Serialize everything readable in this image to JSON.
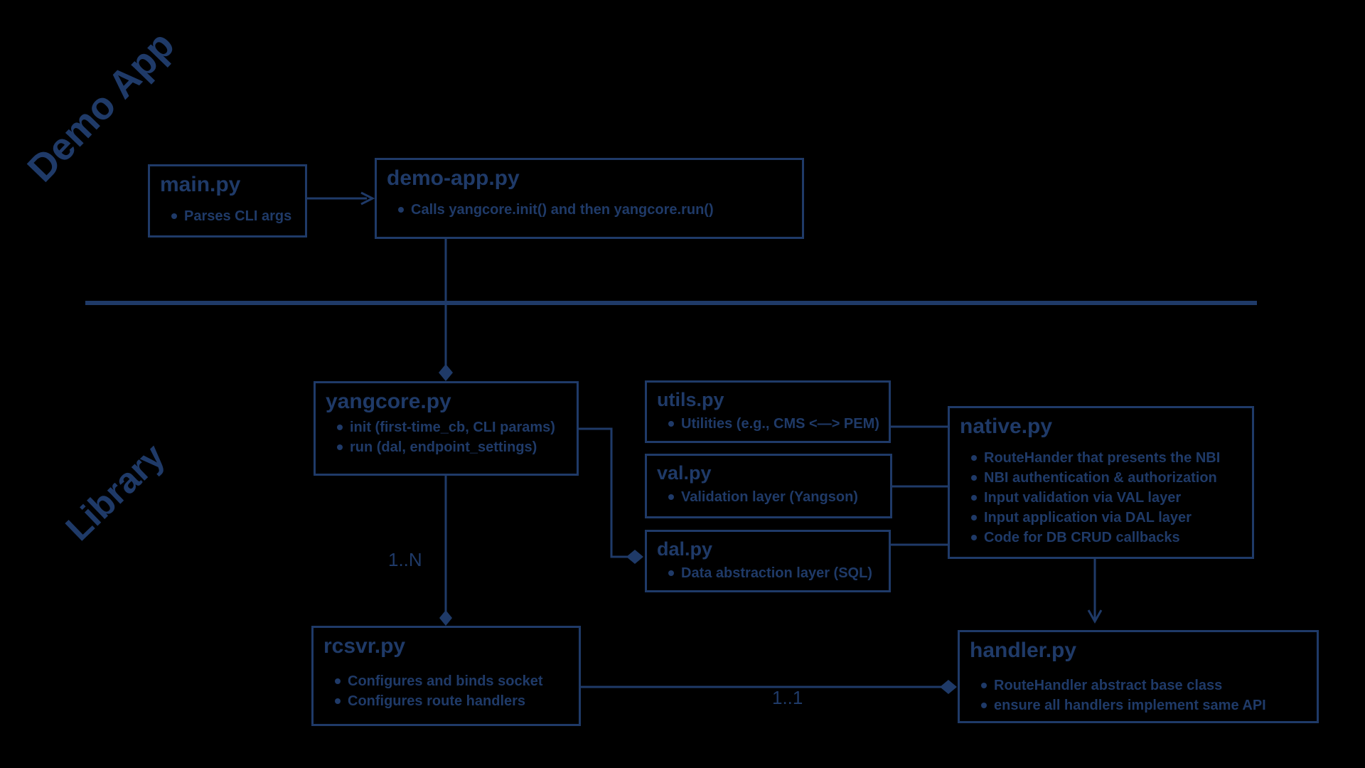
{
  "diagram": {
    "colors": {
      "ink": "#1f3a68",
      "background": "#000000"
    },
    "sections": {
      "demo_app": {
        "label": "Demo App"
      },
      "library": {
        "label": "Library"
      }
    },
    "boxes": {
      "main": {
        "title": "main.py",
        "bullets": [
          "Parses CLI args"
        ]
      },
      "demo_app": {
        "title": "demo-app.py",
        "bullets": [
          "Calls yangcore.init() and then yangcore.run()"
        ]
      },
      "yangcore": {
        "title": "yangcore.py",
        "bullets": [
          "init (first-time_cb, CLI params)",
          "run (dal, endpoint_settings)"
        ]
      },
      "utils": {
        "title": "utils.py",
        "bullets": [
          "Utilities (e.g., CMS <—> PEM)"
        ]
      },
      "val": {
        "title": "val.py",
        "bullets": [
          "Validation layer (Yangson)"
        ]
      },
      "dal": {
        "title": "dal.py",
        "bullets": [
          "Data abstraction layer (SQL)"
        ]
      },
      "native": {
        "title": "native.py",
        "bullets": [
          "RouteHander that presents the NBI",
          "NBI authentication & authorization",
          "Input validation via VAL layer",
          "Input application via DAL layer",
          "Code for DB CRUD callbacks"
        ]
      },
      "rcsvr": {
        "title": "rcsvr.py",
        "bullets": [
          "Configures and binds socket",
          "Configures route handlers"
        ]
      },
      "handler": {
        "title": "handler.py",
        "bullets": [
          "RouteHandler abstract base class",
          "ensure all handlers implement same API"
        ]
      }
    },
    "edge_labels": {
      "one_to_n": "1..N",
      "one_to_one": "1..1"
    }
  }
}
